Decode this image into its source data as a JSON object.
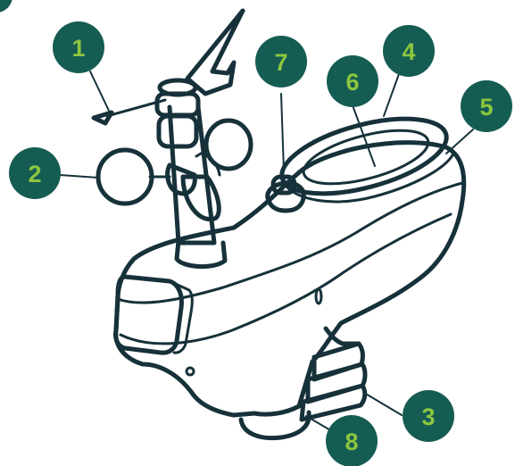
{
  "colors": {
    "badge_fill": "#155c53",
    "badge_text": "#8cc63f",
    "ink": "#16313a",
    "background": "#ffffff"
  },
  "callouts": [
    {
      "label": "1",
      "part": "wind-vane"
    },
    {
      "label": "2",
      "part": "anemometer-cups"
    },
    {
      "label": "3",
      "part": "mounting-pole-thread"
    },
    {
      "label": "4",
      "part": "rain-gauge-rim"
    },
    {
      "label": "5",
      "part": "housing-edge-point"
    },
    {
      "label": "6",
      "part": "rain-collector-funnel"
    },
    {
      "label": "7",
      "part": "bubble-level"
    },
    {
      "label": "8",
      "part": "base-cap"
    }
  ]
}
